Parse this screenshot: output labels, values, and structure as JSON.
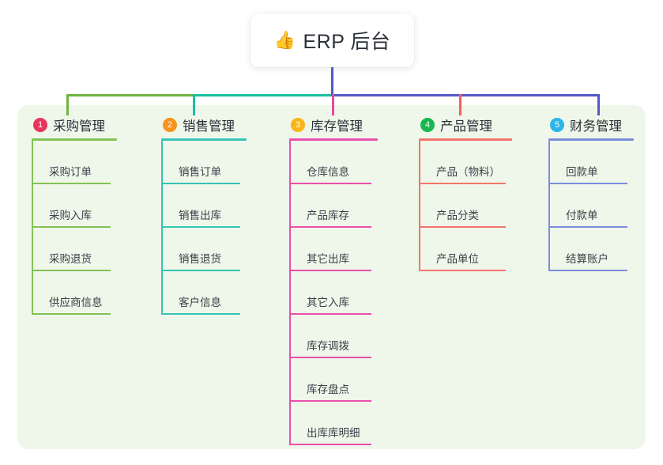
{
  "root": {
    "icon": "thumbs-up-emoji",
    "icon_glyph": "👍",
    "title": "ERP 后台"
  },
  "panel": {
    "background_color": "#eff7ea"
  },
  "connectors": {
    "stem_color": "#5558c8",
    "bar_segments": [
      {
        "name": "green",
        "color": "#6fb541"
      },
      {
        "name": "teal",
        "color": "#16c0a0"
      },
      {
        "name": "indigo",
        "color": "#5558c8"
      }
    ],
    "drops": [
      {
        "name": "drop-col-1",
        "color": "#6fb541"
      },
      {
        "name": "drop-col-2",
        "color": "#16c0a0"
      },
      {
        "name": "drop-col-3",
        "color": "#ec4899"
      },
      {
        "name": "drop-col-4",
        "color": "#f4605e"
      },
      {
        "name": "drop-col-5",
        "color": "#5558c8"
      }
    ]
  },
  "columns": [
    {
      "id": "procurement",
      "number": "1",
      "title": "采购管理",
      "badge_color": "#e8355e",
      "line_color": "#83c255",
      "items": [
        {
          "label": "采购订单"
        },
        {
          "label": "采购入库"
        },
        {
          "label": "采购退货"
        },
        {
          "label": "供应商信息"
        }
      ]
    },
    {
      "id": "sales",
      "number": "2",
      "title": "销售管理",
      "badge_color": "#f7941e",
      "line_color": "#35c4b5",
      "items": [
        {
          "label": "销售订单"
        },
        {
          "label": "销售出库"
        },
        {
          "label": "销售退货"
        },
        {
          "label": "客户信息"
        }
      ]
    },
    {
      "id": "inventory",
      "number": "3",
      "title": "库存管理",
      "badge_color": "#f9b418",
      "line_color": "#eb4faa",
      "items": [
        {
          "label": "仓库信息"
        },
        {
          "label": "产品库存"
        },
        {
          "label": "其它出库"
        },
        {
          "label": "其它入库"
        },
        {
          "label": "库存调拨"
        },
        {
          "label": "库存盘点"
        },
        {
          "label": "出库库明细"
        }
      ]
    },
    {
      "id": "product",
      "number": "4",
      "title": "产品管理",
      "badge_color": "#18b84e",
      "line_color": "#f4736d",
      "items": [
        {
          "label": "产品（物料）"
        },
        {
          "label": "产品分类"
        },
        {
          "label": "产品单位"
        }
      ]
    },
    {
      "id": "finance",
      "number": "5",
      "title": "财务管理",
      "badge_color": "#2bb6e8",
      "line_color": "#7b8ddb",
      "items": [
        {
          "label": "回款单"
        },
        {
          "label": "付款单"
        },
        {
          "label": "结算账户"
        }
      ]
    }
  ]
}
